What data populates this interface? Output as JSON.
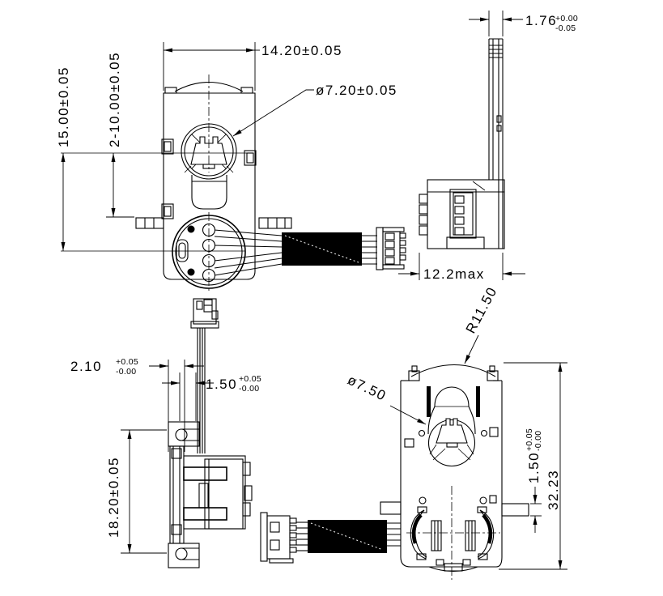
{
  "drawing": {
    "type": "engineering-drawing-4-views",
    "background": "#ffffff",
    "line_color": "#000000",
    "views": {
      "front": "front-view",
      "side_right": "right-side-view",
      "side_left": "left-side-view",
      "rear": "rear-view"
    },
    "dimensions": {
      "body_width": "14.20±0.05",
      "shaft_hole_dia": "ø7.20±0.05",
      "center_height": "15.00±0.05",
      "mount_tab_offset": "2-10.00±0.05",
      "blade_thickness": {
        "value": "1.76",
        "plus": "+0.00",
        "minus": "-0.05"
      },
      "body_depth": "12.2max",
      "top_radius": "R11.50",
      "boss_dia": "ø7.50",
      "slot_width": {
        "value": "2.10",
        "plus": "+0.05",
        "minus": "-0.00"
      },
      "blade_width": {
        "value": "1.50",
        "plus": "+0.05",
        "minus": "-0.00"
      },
      "side_height": "18.20±0.05",
      "tab_thickness": {
        "value": "1.50",
        "plus": "+0.05",
        "minus": "-0.00"
      },
      "overall_height": "32.23"
    }
  }
}
